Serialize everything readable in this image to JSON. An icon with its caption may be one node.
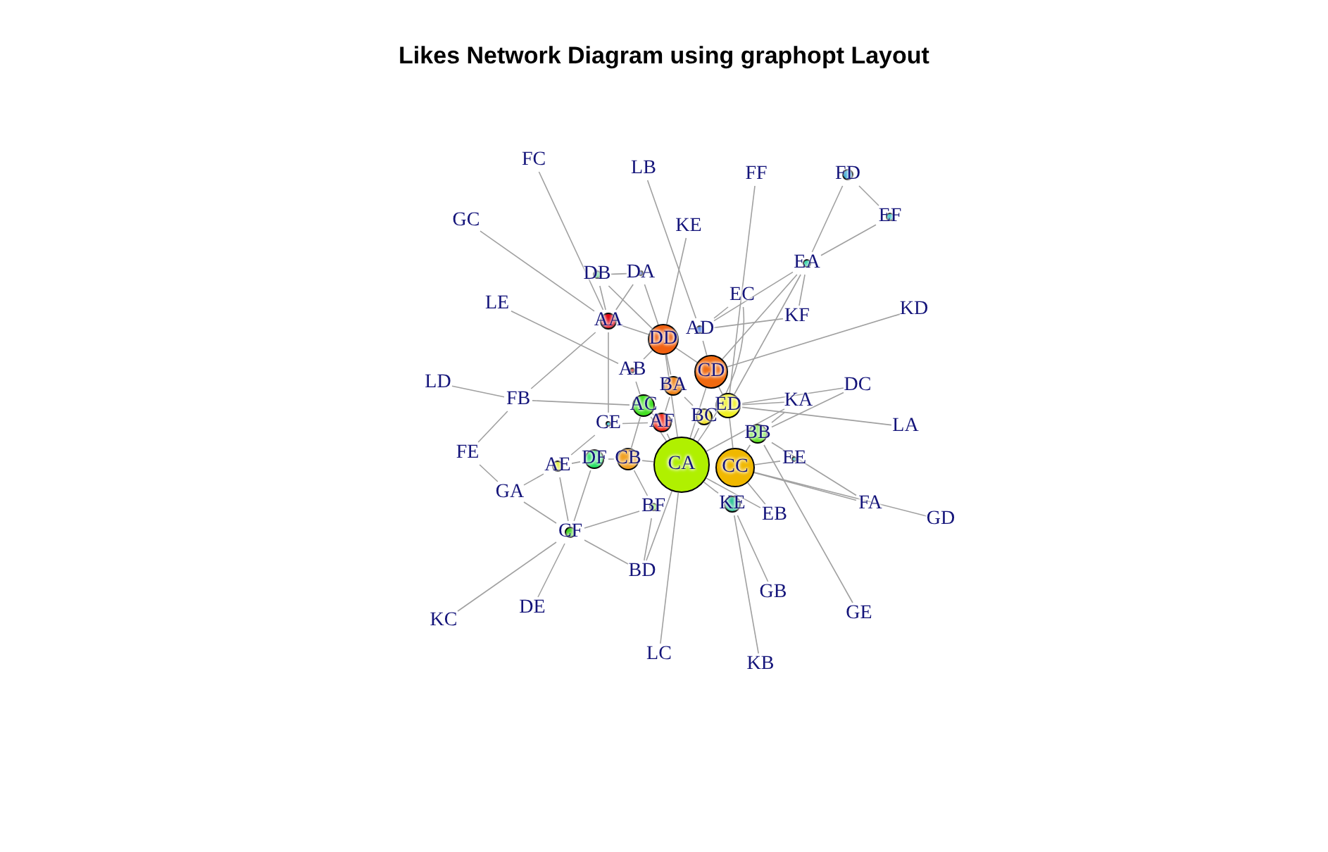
{
  "diagram": {
    "title": "Likes Network Diagram using graphopt Layout",
    "nodes": [
      {
        "text": [
          "FC"
        ]
      },
      {
        "text": [
          "LB"
        ]
      },
      {
        "text": [
          "FF"
        ]
      },
      {
        "text": [
          "FD"
        ]
      },
      {
        "text": [
          "EF"
        ]
      },
      {
        "text": [
          "GC"
        ]
      },
      {
        "text": [
          "KE"
        ]
      },
      {
        "text": [
          "DA"
        ]
      },
      {
        "text": [
          "DB"
        ]
      },
      {
        "text": [
          "EA"
        ]
      },
      {
        "text": [
          "EC"
        ]
      },
      {
        "text": [
          "LE"
        ]
      },
      {
        "text": [
          "KD"
        ]
      },
      {
        "text": [
          "KF"
        ]
      },
      {
        "text": [
          "AA"
        ]
      },
      {
        "text": [
          "DD"
        ]
      },
      {
        "text": [
          "AD"
        ]
      },
      {
        "text": [
          "AB"
        ]
      },
      {
        "text": [
          "CD"
        ]
      },
      {
        "text": [
          "LD"
        ]
      },
      {
        "text": [
          "DC"
        ]
      },
      {
        "text": [
          "BA"
        ]
      },
      {
        "text": [
          "FB"
        ]
      },
      {
        "text": [
          "KA"
        ]
      },
      {
        "text": [
          "ED"
        ]
      },
      {
        "text": [
          "AC"
        ]
      },
      {
        "text": [
          "CE"
        ]
      },
      {
        "text": [
          "AF"
        ]
      },
      {
        "text": [
          "BC"
        ]
      },
      {
        "text": [
          "LA"
        ]
      },
      {
        "text": [
          "BB"
        ]
      },
      {
        "text": [
          "FE"
        ]
      },
      {
        "text": [
          "DF"
        ]
      },
      {
        "text": [
          "CB"
        ]
      },
      {
        "text": [
          "CA"
        ]
      },
      {
        "text": [
          "CC"
        ]
      },
      {
        "text": [
          "EE"
        ]
      },
      {
        "text": [
          "AE"
        ]
      },
      {
        "text": [
          "BF"
        ]
      },
      {
        "text": [
          "KE"
        ]
      },
      {
        "text": [
          "GA"
        ]
      },
      {
        "text": [
          "EB"
        ]
      },
      {
        "text": [
          "FA"
        ]
      },
      {
        "text": [
          "GD"
        ]
      },
      {
        "text": [
          "CF"
        ]
      },
      {
        "text": [
          "BD"
        ]
      },
      {
        "text": [
          "GB"
        ]
      },
      {
        "text": [
          "GE"
        ]
      },
      {
        "text": [
          "DE"
        ]
      },
      {
        "text": [
          "KC"
        ]
      },
      {
        "text": [
          "LC"
        ]
      },
      {
        "text": [
          "KB"
        ]
      }
    ],
    "edges": [
      {
        "from": 0,
        "to": 14,
        "arrow": "none"
      },
      {
        "from": 5,
        "to": 14,
        "arrow": "none"
      },
      {
        "from": 1,
        "to": 16,
        "arrow": "none"
      },
      {
        "from": 6,
        "to": 15,
        "arrow": "none"
      },
      {
        "from": 2,
        "to": 24,
        "arrow": "none"
      },
      {
        "from": 3,
        "to": 4,
        "arrow": "none"
      },
      {
        "from": 3,
        "to": 9,
        "arrow": "none"
      },
      {
        "from": 4,
        "to": 9,
        "arrow": "none"
      },
      {
        "from": 9,
        "to": 16,
        "arrow": "none"
      },
      {
        "from": 9,
        "to": 18,
        "arrow": "none"
      },
      {
        "from": 9,
        "to": 24,
        "arrow": "none"
      },
      {
        "from": 13,
        "to": 9,
        "arrow": "none"
      },
      {
        "from": 13,
        "to": 16,
        "arrow": "none"
      },
      {
        "from": 12,
        "to": 18,
        "arrow": "none"
      },
      {
        "from": 10,
        "to": 16,
        "arrow": "none"
      },
      {
        "from": 10,
        "to": 34,
        "arrow": "none"
      },
      {
        "from": 8,
        "to": 7,
        "arrow": "none"
      },
      {
        "from": 8,
        "to": 14,
        "arrow": "none"
      },
      {
        "from": 7,
        "to": 15,
        "arrow": "none"
      },
      {
        "from": 8,
        "to": 15,
        "arrow": "none"
      },
      {
        "from": 7,
        "to": 14,
        "arrow": "none"
      },
      {
        "from": 11,
        "to": 17,
        "arrow": "none"
      },
      {
        "from": 14,
        "to": 15,
        "arrow": "none"
      },
      {
        "from": 14,
        "to": 26,
        "arrow": "none"
      },
      {
        "from": 22,
        "to": 14,
        "arrow": "none"
      },
      {
        "from": 19,
        "to": 22,
        "arrow": "none"
      },
      {
        "from": 22,
        "to": 25,
        "arrow": "none"
      },
      {
        "from": 22,
        "to": 31,
        "arrow": "none"
      },
      {
        "from": 31,
        "to": 40,
        "arrow": "none"
      },
      {
        "from": 40,
        "to": 37,
        "arrow": "none"
      },
      {
        "from": 40,
        "to": 44,
        "arrow": "none"
      },
      {
        "from": 37,
        "to": 32,
        "arrow": "none"
      },
      {
        "from": 37,
        "to": 44,
        "arrow": "none"
      },
      {
        "from": 37,
        "to": 26,
        "arrow": "none"
      },
      {
        "from": 44,
        "to": 45,
        "arrow": "none"
      },
      {
        "from": 44,
        "to": 49,
        "arrow": "none"
      },
      {
        "from": 44,
        "to": 48,
        "arrow": "none"
      },
      {
        "from": 44,
        "to": 32,
        "arrow": "none"
      },
      {
        "from": 44,
        "to": 38,
        "arrow": "none"
      },
      {
        "from": 45,
        "to": 34,
        "arrow": "none"
      },
      {
        "from": 45,
        "to": 38,
        "arrow": "none"
      },
      {
        "from": 50,
        "to": 34,
        "arrow": "none"
      },
      {
        "from": 51,
        "to": 39,
        "arrow": "none"
      },
      {
        "from": 46,
        "to": 39,
        "arrow": "none"
      },
      {
        "from": 47,
        "to": 30,
        "arrow": "none"
      },
      {
        "from": 20,
        "to": 24,
        "arrow": "none"
      },
      {
        "from": 20,
        "to": 30,
        "arrow": "none"
      },
      {
        "from": 23,
        "to": 24,
        "arrow": "none"
      },
      {
        "from": 23,
        "to": 30,
        "arrow": "none"
      },
      {
        "from": 23,
        "to": 34,
        "arrow": "none"
      },
      {
        "from": 29,
        "to": 24,
        "arrow": "none"
      },
      {
        "from": 42,
        "to": 35,
        "arrow": "none"
      },
      {
        "from": 43,
        "to": 35,
        "arrow": "none"
      },
      {
        "from": 42,
        "to": 30,
        "arrow": "none"
      },
      {
        "from": 36,
        "to": 35,
        "arrow": "none"
      },
      {
        "from": 41,
        "to": 35,
        "arrow": "none"
      },
      {
        "from": 41,
        "to": 34,
        "arrow": "none"
      },
      {
        "from": 15,
        "to": 21,
        "arrow": "none"
      },
      {
        "from": 15,
        "to": 18,
        "arrow": "none"
      },
      {
        "from": 15,
        "to": 17,
        "arrow": "none"
      },
      {
        "from": 18,
        "to": 24,
        "arrow": "none"
      },
      {
        "from": 21,
        "to": 27,
        "arrow": "none"
      },
      {
        "from": 25,
        "to": 33,
        "arrow": "none"
      },
      {
        "from": 25,
        "to": 27,
        "arrow": "none"
      },
      {
        "from": 33,
        "to": 34,
        "arrow": "none"
      },
      {
        "from": 32,
        "to": 33,
        "arrow": "none"
      },
      {
        "from": 27,
        "to": 34,
        "arrow": "none"
      },
      {
        "from": 28,
        "to": 34,
        "arrow": "none"
      },
      {
        "from": 24,
        "to": 35,
        "arrow": "none"
      },
      {
        "from": 30,
        "to": 35,
        "arrow": "none"
      },
      {
        "from": 17,
        "to": 25,
        "arrow": "none"
      },
      {
        "from": 21,
        "to": 28,
        "arrow": "none"
      },
      {
        "from": 25,
        "to": 34,
        "arrow": "none"
      },
      {
        "from": 15,
        "to": 34,
        "arrow": "none"
      },
      {
        "from": 18,
        "to": 34,
        "arrow": "none"
      },
      {
        "from": 16,
        "to": 18,
        "arrow": "none"
      },
      {
        "from": 39,
        "to": 34,
        "arrow": "none"
      },
      {
        "from": 38,
        "to": 33,
        "arrow": "none"
      },
      {
        "from": 26,
        "to": 27,
        "arrow": "none"
      }
    ]
  }
}
